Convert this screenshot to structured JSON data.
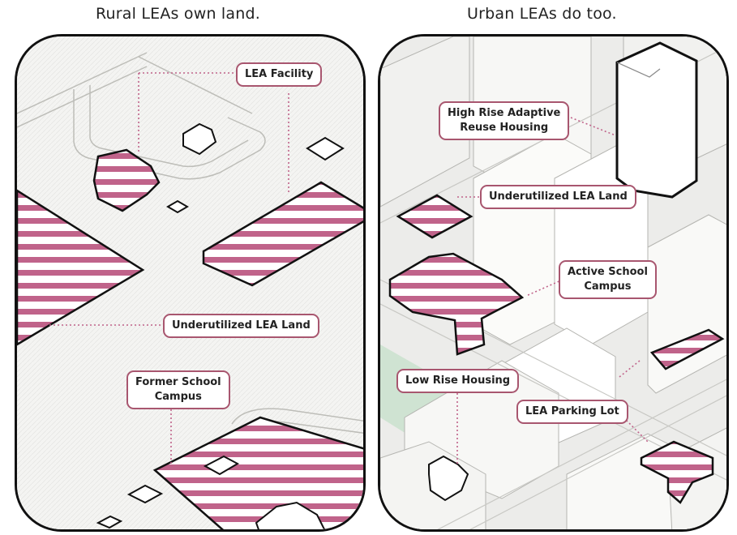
{
  "panels": {
    "rural": {
      "title": "Rural LEAs own land.",
      "labels": {
        "lea_facility": "LEA Facility",
        "underutilized_land": "Underutilized LEA Land",
        "former_school_campus": "Former School\nCampus"
      }
    },
    "urban": {
      "title": "Urban LEAs do too.",
      "labels": {
        "high_rise": "High Rise Adaptive\nReuse Housing",
        "underutilized_land": "Underutilized LEA Land",
        "active_school_campus": "Active School\nCampus",
        "low_rise_housing": "Low Rise Housing",
        "parking_lot": "LEA Parking Lot"
      }
    }
  },
  "colors": {
    "accent": "#c0638a",
    "label_border": "#a8566f",
    "leader": "#c0638a",
    "outline": "#111111",
    "background": "#f4f4f2",
    "park": "#cfe3d2"
  }
}
